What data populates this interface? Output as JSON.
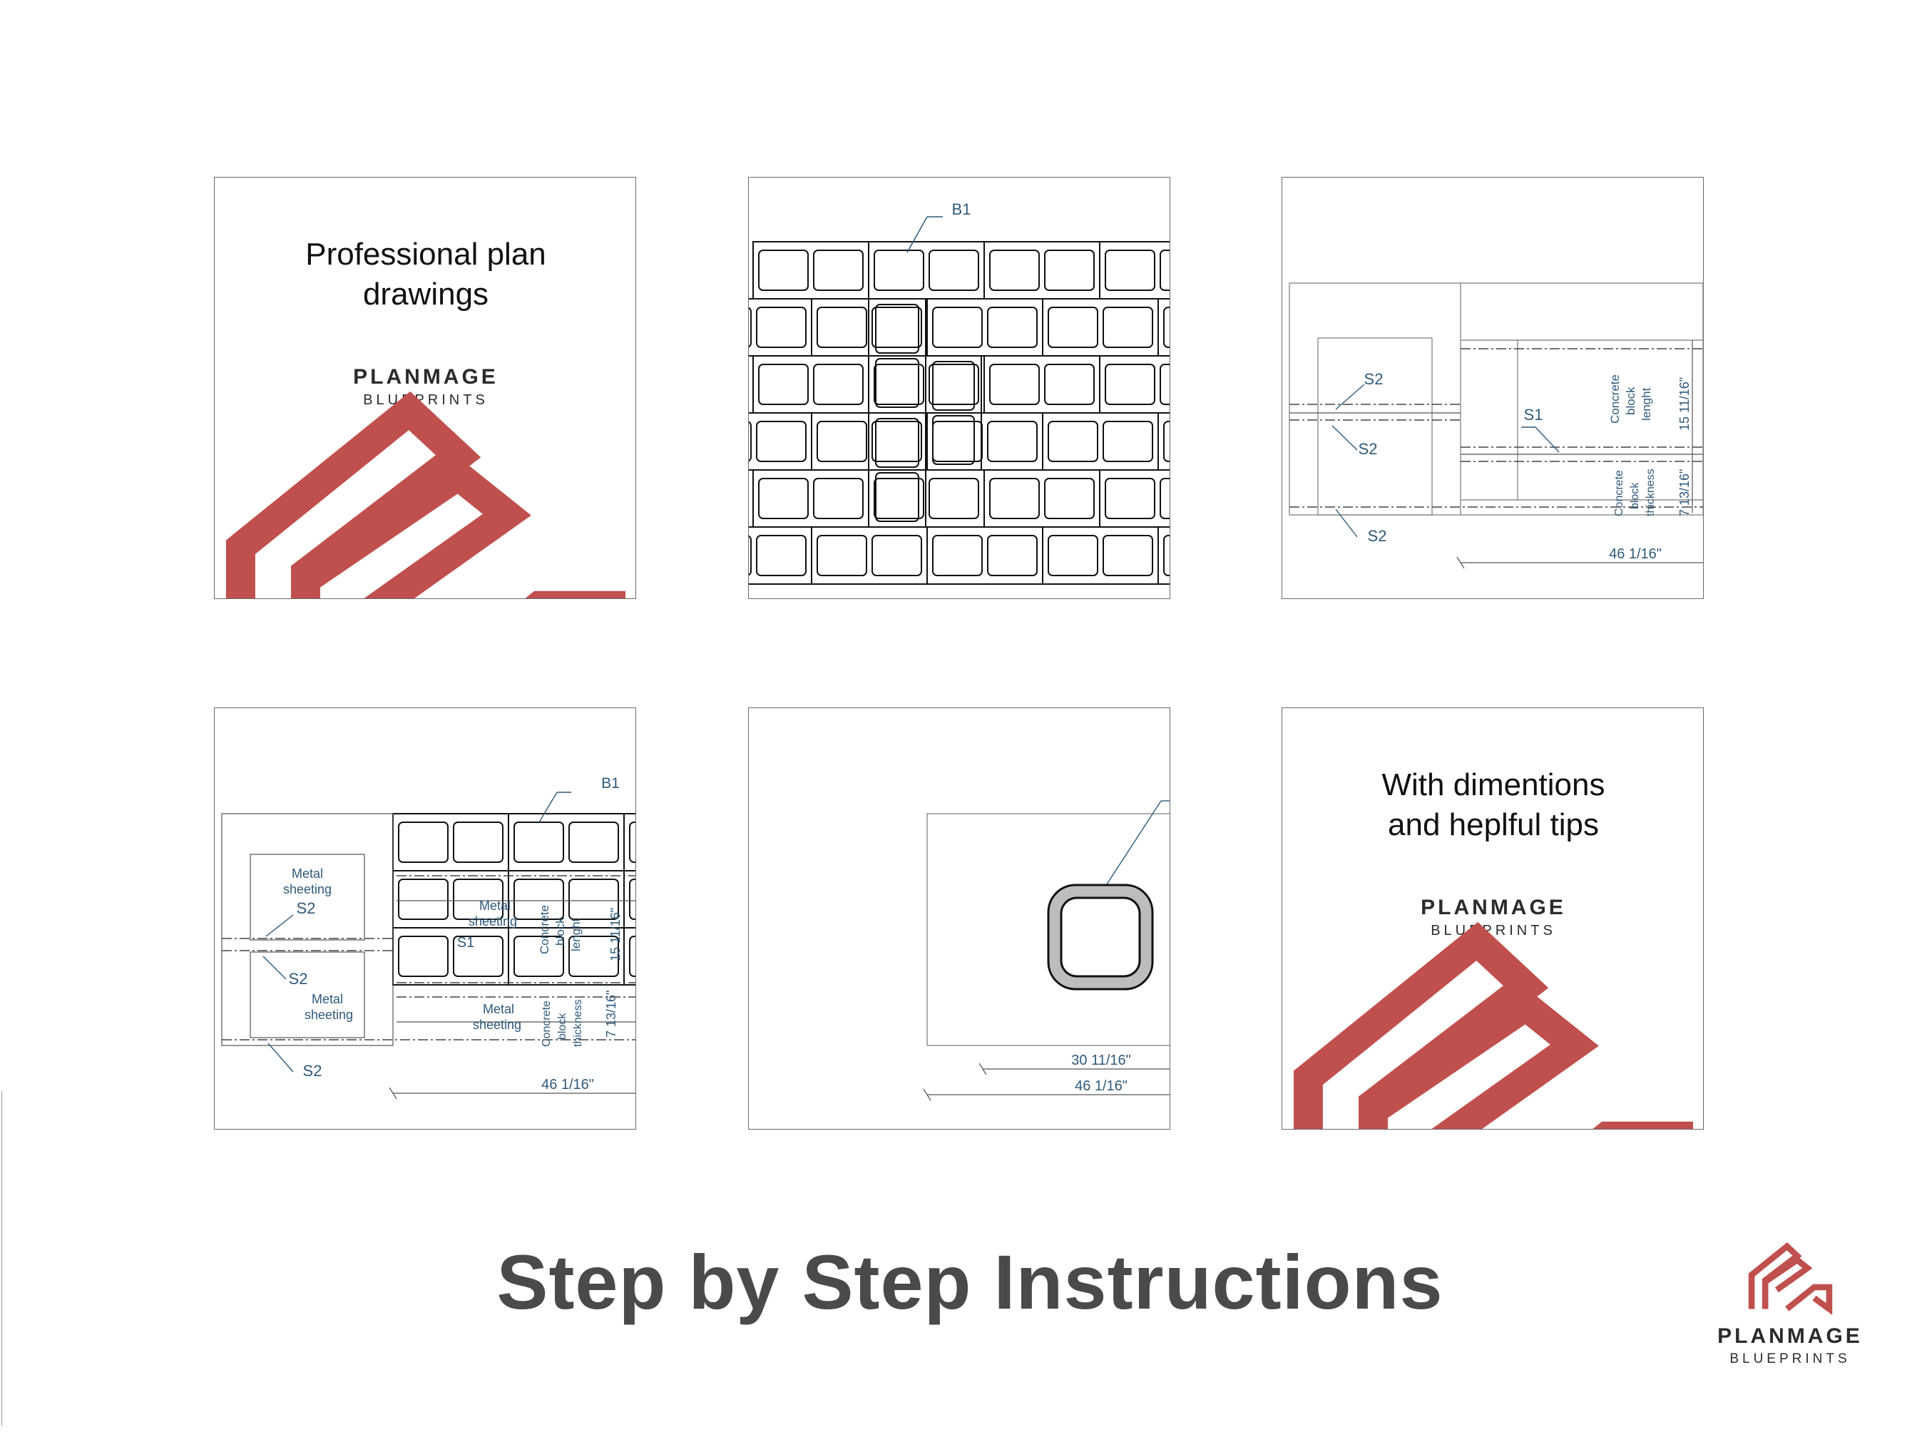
{
  "panels": {
    "p1": {
      "caption_line1": "Professional plan",
      "caption_line2": "drawings"
    },
    "p2": {
      "labels": [
        "B1"
      ]
    },
    "p3": {
      "labels": [
        "S2",
        "S2",
        "S2",
        "S1"
      ],
      "vertical_labels": [
        "Concrete",
        "block",
        "lenght",
        "15 11/16\"",
        "Concrete",
        "block",
        "thickness",
        "7 13/16\""
      ],
      "dimension": "46 1/16\""
    },
    "p4": {
      "labels": [
        "B1",
        "S2",
        "S2",
        "S2",
        "S1"
      ],
      "sheeting": [
        "Metal",
        "sheeting"
      ],
      "vertical_labels": [
        "Concrete",
        "block",
        "lenght",
        "15 11/16\"",
        "Concrete",
        "block",
        "thickness",
        "7 13/16\""
      ],
      "dimension": "46 1/16\""
    },
    "p5": {
      "dimension_inner": "30 11/16\"",
      "dimension_outer": "46 1/16\""
    },
    "p6": {
      "caption_line1": "With dimentions",
      "caption_line2": "and heplful tips"
    }
  },
  "brand": {
    "name": "PLANMAGE",
    "sub": "BLUEPRINTS",
    "color": "#c0504d"
  },
  "title": "Step by Step Instructions"
}
